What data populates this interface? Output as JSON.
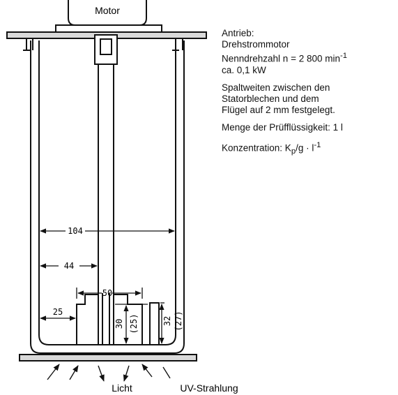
{
  "figure": {
    "motor_label": "Motor",
    "dims": {
      "d104": "104",
      "d44": "44",
      "d50": "50",
      "d25": "25",
      "d30": "30",
      "d25p": "(25)",
      "d32": "32",
      "d27p": "(27)"
    },
    "light_label": "Licht",
    "uv_label": "UV-Strahlung"
  },
  "notes": {
    "drive_heading": "Antrieb:",
    "drive_motor": "Drehstrommotor",
    "rated_speed_text": "Nenndrehzahl n = 2 800 min",
    "rated_speed_exp": "-1",
    "power": "ca. 0,1 kW",
    "gap_line1": "Spaltweiten zwischen den",
    "gap_line2": "Statorblechen und dem",
    "gap_line3": "Flügel auf 2 mm festgelegt.",
    "quantity": "Menge der Prüfflüssigkeit: 1 l",
    "conc_prefix": "Konzentration: K",
    "conc_sub": "p",
    "conc_mid": "/g · l",
    "conc_exp": "-1"
  }
}
